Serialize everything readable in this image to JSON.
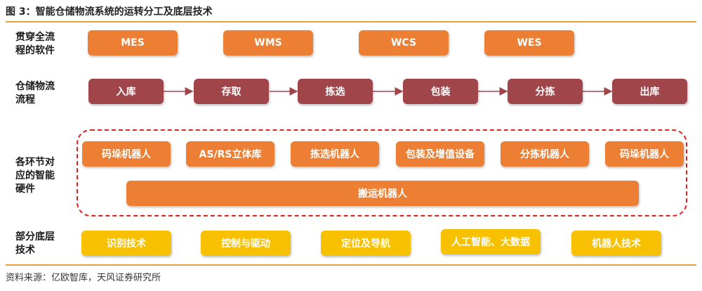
{
  "title": "图 3：智能仓储物流系统的运转分工及底层技术",
  "source": "资料来源：亿欧智库，天风证券研究所",
  "rows": {
    "software": {
      "label_line1": "贯穿全流",
      "label_line2": "程的软件",
      "items": [
        "MES",
        "WMS",
        "WCS",
        "WES"
      ]
    },
    "process": {
      "label_line1": "仓储物流",
      "label_line2": "流程",
      "items": [
        "入库",
        "存取",
        "拣选",
        "包装",
        "分拣",
        "出库"
      ]
    },
    "hardware": {
      "label_line1": "各环节对",
      "label_line2": "应的智能",
      "label_line3": "硬件",
      "items": [
        "码垛机器人",
        "AS/RS立体库",
        "拣选机器人",
        "包装及增值设备",
        "分拣机器人",
        "码垛机器人"
      ],
      "wide_item": "搬运机器人"
    },
    "tech": {
      "label_line1": "部分底层",
      "label_line2": "技术",
      "items": [
        "识别技术",
        "控制与驱动",
        "定位及导航",
        "人工智能、大数据",
        "机器人技术"
      ]
    }
  },
  "colors": {
    "orange": "#ec7f34",
    "maroon": "#a0464b",
    "yellow": "#f7c000",
    "dashed_border": "#e02020",
    "rule": "#e8a33a"
  }
}
